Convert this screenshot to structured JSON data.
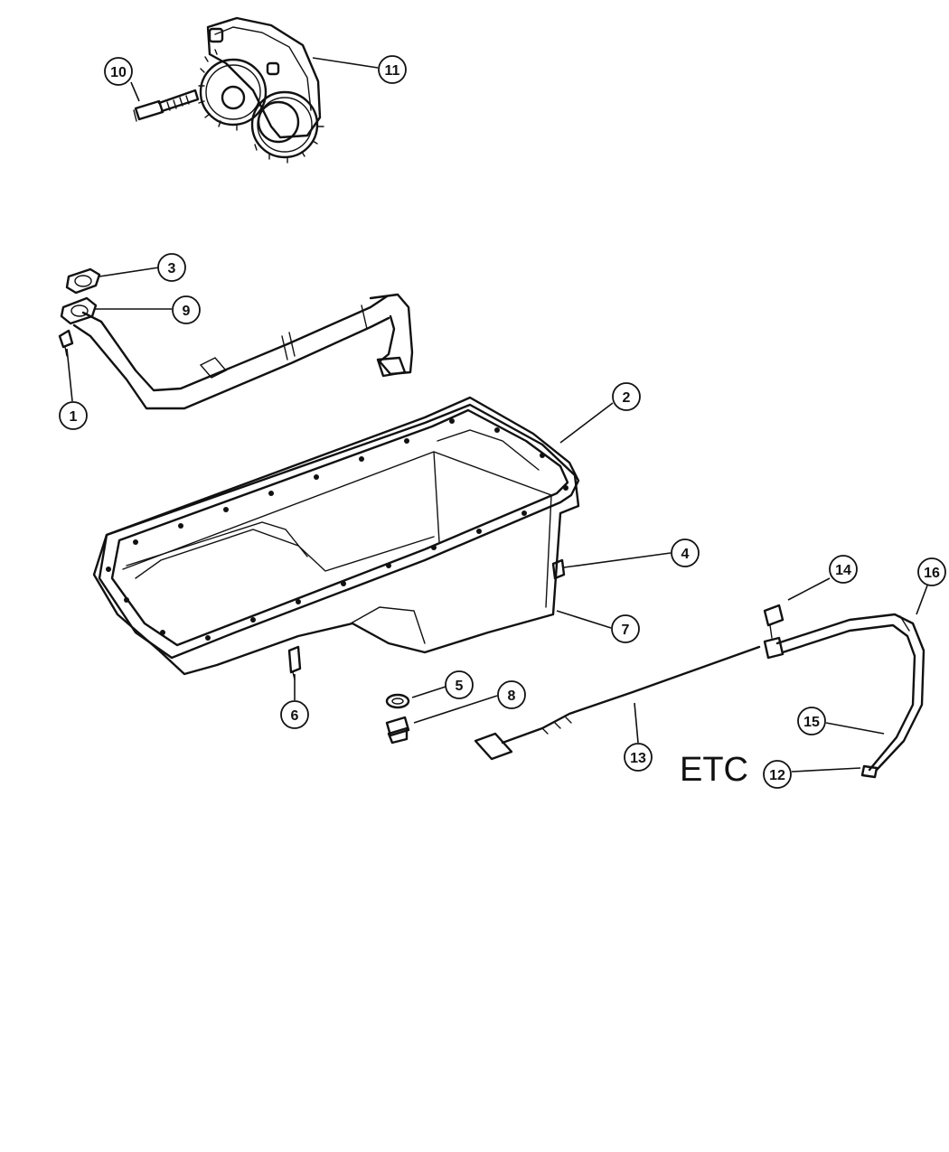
{
  "diagram": {
    "callouts": [
      {
        "id": "c1",
        "label": "1"
      },
      {
        "id": "c2",
        "label": "2"
      },
      {
        "id": "c3",
        "label": "3"
      },
      {
        "id": "c4",
        "label": "4"
      },
      {
        "id": "c5",
        "label": "5"
      },
      {
        "id": "c6",
        "label": "6"
      },
      {
        "id": "c7",
        "label": "7"
      },
      {
        "id": "c8",
        "label": "8"
      },
      {
        "id": "c9",
        "label": "9"
      },
      {
        "id": "c10",
        "label": "10"
      },
      {
        "id": "c11",
        "label": "11"
      },
      {
        "id": "c12",
        "label": "12"
      },
      {
        "id": "c13",
        "label": "13"
      },
      {
        "id": "c14",
        "label": "14"
      },
      {
        "id": "c15",
        "label": "15"
      },
      {
        "id": "c16",
        "label": "16"
      }
    ],
    "note_text": "ETC"
  }
}
